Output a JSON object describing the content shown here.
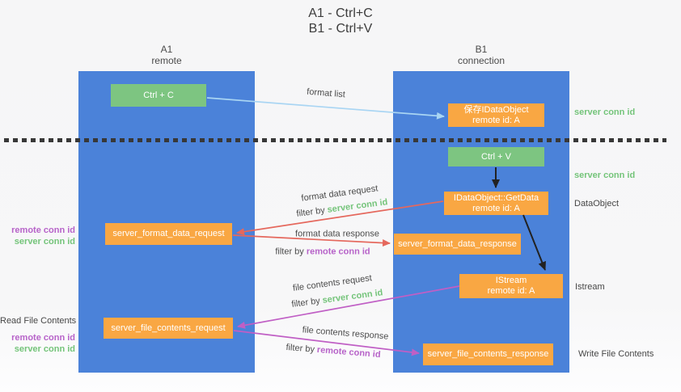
{
  "title": {
    "line1": "A1 - Ctrl+C",
    "line2": "B1 - Ctrl+V"
  },
  "lanes": {
    "a": {
      "name": "A1",
      "role": "remote"
    },
    "b": {
      "name": "B1",
      "role": "connection"
    }
  },
  "nodes": {
    "ctrl_c": "Ctrl + C",
    "ctrl_v": "Ctrl + V",
    "save_dataobject": {
      "line1": "保存IDataObject",
      "line2": "remote id: A"
    },
    "getdata": {
      "line1": "IDataObject::GetData",
      "line2": "remote id: A"
    },
    "istream": {
      "line1": "IStream",
      "line2": "remote id: A"
    },
    "server_format_data_request": "server_format_data_request",
    "server_format_data_response": "server_format_data_response",
    "server_file_contents_request": "server_file_contents_request",
    "server_file_contents_response": "server_file_contents_response"
  },
  "flow_labels": {
    "format_list": "format list",
    "format_data_request": "format data request",
    "format_data_response": "format data response",
    "file_contents_request": "file contents request",
    "file_contents_response": "file contents response",
    "filter_by": "filter by",
    "server_conn_id": "server conn id",
    "remote_conn_id": "remote conn id"
  },
  "side_labels": {
    "server_conn_id": "server conn id",
    "remote_conn_id": "remote conn id",
    "dataobject": "DataObject",
    "istream": "Istream",
    "read_file_contents": "Read File Contents",
    "write_file_contents": "Write File Contents"
  },
  "colors": {
    "lane_blue": "#4b82d9",
    "green_box": "#7dc581",
    "orange_box": "#f9a743",
    "green_text": "#74c47a",
    "purple_text": "#b763c9",
    "red_arrow": "#e5685d",
    "magenta_arrow": "#c05fc5",
    "light_blue_arrow": "#a9d5f3",
    "black_arrow": "#222222"
  }
}
